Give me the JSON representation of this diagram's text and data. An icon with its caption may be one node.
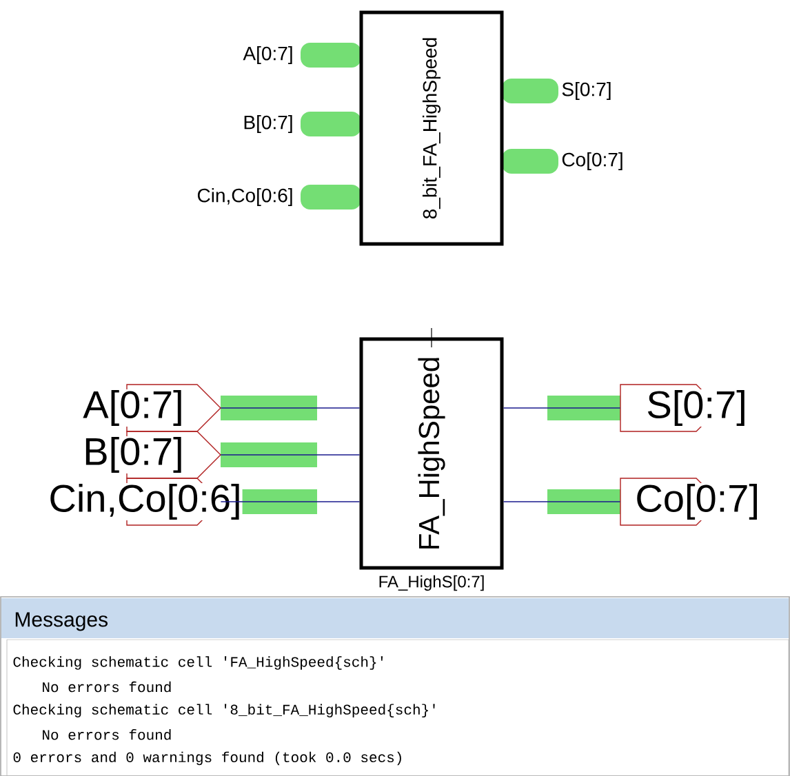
{
  "diagram": {
    "nodes": [
      {
        "text": [
          "8_bit_FA_HighSpeed"
        ]
      },
      {
        "text": [
          "FA_HighSpeed"
        ],
        "beside": [
          "FA_HighS[0:7]"
        ]
      },
      {
        "text": [
          "A[0:7]"
        ]
      },
      {
        "text": [
          "B[0:7]"
        ]
      },
      {
        "text": [
          "Cin,Co[0:6]"
        ]
      },
      {
        "text": [
          "S[0:7]"
        ]
      },
      {
        "text": [
          "Co[0:7]"
        ]
      },
      {
        "text": [
          "Messages",
          "Checking schematic cell 'FA_HighSpeed{sch}'",
          "No errors found",
          "Checking schematic cell '8_bit_FA_HighSpeed{sch}'",
          "No errors found",
          "0 errors and 0 warnings found (took 0.0 secs)"
        ]
      }
    ],
    "edges": [
      {
        "from": 2,
        "to": 1,
        "arrow": "none"
      },
      {
        "from": 3,
        "to": 1,
        "arrow": "none"
      },
      {
        "from": 4,
        "to": 1,
        "arrow": "none"
      },
      {
        "from": 1,
        "to": 5,
        "arrow": "none"
      },
      {
        "from": 1,
        "to": 6,
        "arrow": "none"
      }
    ],
    "labels": [
      "A[0:7]",
      "B[0:7]",
      "Cin,Co[0:6]",
      "S[0:7]",
      "Co[0:7]"
    ]
  }
}
